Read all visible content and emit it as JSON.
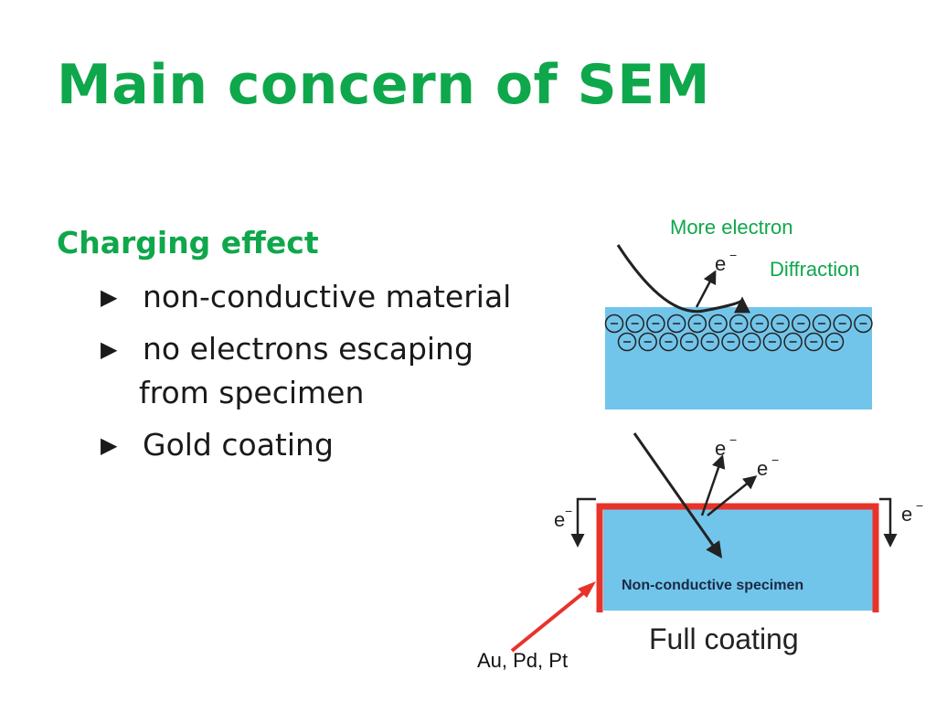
{
  "slide": {
    "title": "Main concern of SEM",
    "subtitle": "Charging effect",
    "bullets": [
      "non-conductive material",
      "no electrons escaping",
      "Gold coating"
    ],
    "bullet2_cont": "from specimen",
    "bullet_marker": "▶"
  },
  "diagram": {
    "top": {
      "label_more_electron": "More electron",
      "label_diffraction": "Diffraction",
      "electron_label": "e",
      "minus": "−"
    },
    "bottom": {
      "specimen_label": "Non-conductive specimen",
      "caption": "Full coating",
      "coating_metals": "Au, Pd, Pt",
      "electron_label": "e",
      "minus": "−"
    },
    "colors": {
      "title_green": "#0fa74b",
      "specimen_blue": "#72c5ea",
      "coating_red": "#e8332a"
    }
  }
}
